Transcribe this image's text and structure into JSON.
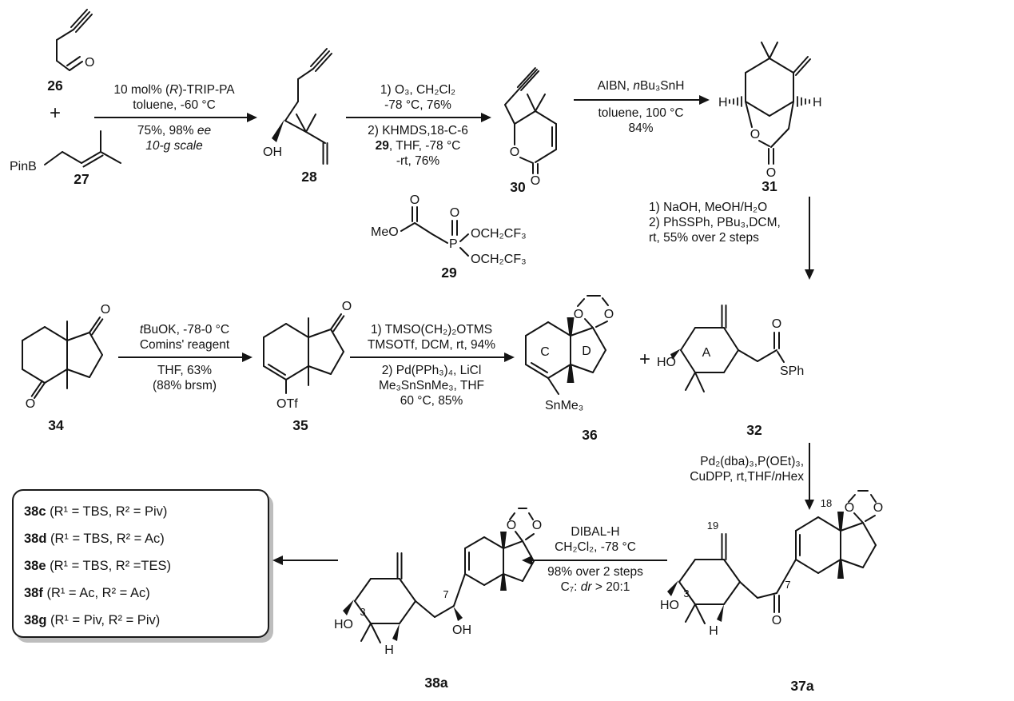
{
  "scheme": {
    "plus_top": "+",
    "plus_mid": "+",
    "compounds": {
      "c26": {
        "number": "26",
        "labels": {
          "O": "O"
        }
      },
      "c27": {
        "number": "27",
        "labels": {
          "PinB": "PinB"
        }
      },
      "c28": {
        "number": "28",
        "labels": {
          "OH": "OH"
        }
      },
      "c29": {
        "number": "29",
        "labels": {
          "MeO": "MeO",
          "O_ester": "O",
          "O_phos": "O",
          "P": "P",
          "OCH2CF3_top": "OCH₂CF₃",
          "OCH2CF3_bottom": "OCH₂CF₃"
        }
      },
      "c30": {
        "number": "30",
        "labels": {
          "O_ring": "O",
          "O_carbonyl": "O"
        }
      },
      "c31": {
        "number": "31",
        "labels": {
          "H_left": "H",
          "H_right": "H",
          "O_ring": "O",
          "O_carbonyl": "O"
        }
      },
      "c32": {
        "number": "32",
        "labels": {
          "ring_A": "A",
          "HO": "HO",
          "O": "O",
          "SPh": "SPh"
        }
      },
      "c34": {
        "number": "34",
        "labels": {
          "O_top": "O",
          "O_bottom": "O"
        }
      },
      "c35": {
        "number": "35",
        "labels": {
          "O": "O",
          "OTf": "OTf"
        }
      },
      "c36": {
        "number": "36",
        "labels": {
          "ring_C": "C",
          "ring_D": "D",
          "O_left": "O",
          "O_right": "O",
          "SnMe3": "SnMe₃"
        }
      },
      "c37a": {
        "number": "37a",
        "labels": {
          "HO": "HO",
          "n3": "3",
          "H": "H",
          "O_ketone": "O",
          "n7": "7",
          "n19": "19",
          "n18": "18",
          "O_left": "O",
          "O_right": "O"
        }
      },
      "c38a": {
        "number": "38a",
        "labels": {
          "HO": "HO",
          "n3": "3",
          "H": "H",
          "n7": "7",
          "OH": "OH",
          "O_left": "O",
          "O_right": "O"
        }
      }
    },
    "steps": {
      "s1": {
        "above": [
          "10 mol% (<i>R</i>)-TRIP-PA",
          "toluene, -60 °C"
        ],
        "below": [
          "75%, 98% <i>ee</i>",
          "<i>10-g scale</i>"
        ]
      },
      "s2": {
        "above": [
          "1) O₃, CH₂Cl₂",
          "-78 °C, 76%"
        ],
        "below": [
          "2) KHMDS,18-C-6",
          "<b>29</b>, THF, -78 °C",
          "-rt, 76%"
        ]
      },
      "s3": {
        "above": [
          "AIBN, <i>n</i>Bu₃SnH"
        ],
        "below": [
          "toluene, 100 °C",
          "84%"
        ]
      },
      "s4": {
        "side": [
          "1) NaOH, MeOH/H₂O",
          "2) PhSSPh, PBu₃,DCM,",
          "rt, 55% over 2 steps"
        ]
      },
      "s5": {
        "above": [
          "<i>t</i>BuOK, -78-0 °C",
          "Comins' reagent"
        ],
        "below": [
          "THF, 63%",
          "(88% brsm)"
        ]
      },
      "s6": {
        "above": [
          "1) TMSO(CH₂)₂OTMS",
          "TMSOTf, DCM, rt, 94%"
        ],
        "below": [
          "2) Pd(PPh₃)₄, LiCl",
          "Me₃SnSnMe₃, THF",
          "60 °C, 85%"
        ]
      },
      "s7": {
        "side": [
          "Pd₂(dba)₃,P(OEt)₃,",
          "CuDPP, rt,THF/<i>n</i>Hex"
        ]
      },
      "s8": {
        "above": [
          "DIBAL-H",
          "CH₂Cl₂, -78 °C"
        ],
        "below": [
          "98% over 2 steps",
          "C₇: <i>dr</i> &gt; 20:1"
        ]
      }
    },
    "box": {
      "entries": [
        "<b>38c</b> (R¹ = TBS, R² = Piv)",
        "<b>38d</b> (R¹ = TBS, R² = Ac)",
        "<b>38e</b> (R¹ = TBS, R² =TES)",
        "<b>38f</b> (R¹ = Ac, R² = Ac)",
        "<b>38g</b> (R¹ = Piv, R² = Piv)"
      ]
    }
  }
}
